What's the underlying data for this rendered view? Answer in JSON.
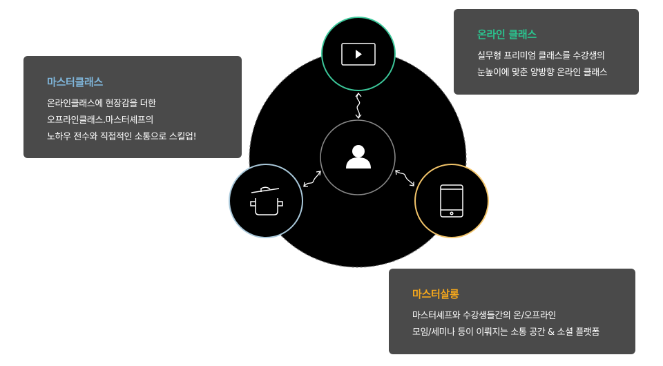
{
  "cards": {
    "master": {
      "title": "마스터클래스",
      "lines": [
        "온라인클래스에 현장감을 더한",
        "오프라인클래스.마스터셰프의",
        "노하우 전수와 직접적인 소통으로 스킬업!"
      ]
    },
    "online": {
      "title": "온라인 클래스",
      "lines": [
        "실무형 프리미엄 클래스를 수강생의",
        "눈높이에 맞춘 양방향 온라인 클래스"
      ]
    },
    "salon": {
      "title": "마스터살롱",
      "lines": [
        "마스터셰프와 수강생들간의 온/오프라인",
        "모임/세미나 등이 이뤄지는 소통 공간 & 소셜 플랫폼"
      ]
    }
  },
  "nodes": {
    "center": {
      "icon": "person-icon"
    },
    "top": {
      "icon": "video-play-icon",
      "ring_color": "#3cc79a"
    },
    "left": {
      "icon": "cooking-pot-icon",
      "ring_color": "#a9c8da"
    },
    "right": {
      "icon": "tablet-icon",
      "ring_color": "#f2c46a"
    }
  },
  "colors": {
    "card_background": "#4a4a4a",
    "master_title": "#7fb5d9",
    "online_title": "#2bc38e",
    "salon_title": "#f5a81c",
    "big_circle": "#000000"
  }
}
